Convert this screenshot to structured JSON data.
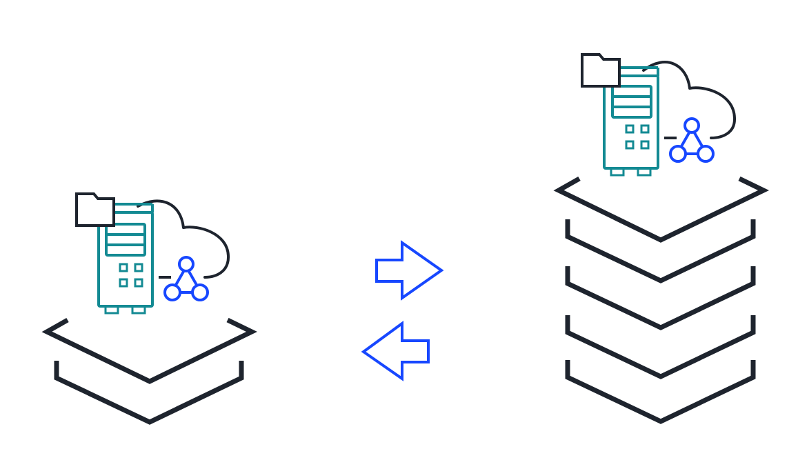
{
  "diagram": {
    "left_node": {
      "layer_count": 2,
      "icons": [
        "folder-icon",
        "server-icon",
        "cloud-icon",
        "network-nodes-icon"
      ]
    },
    "right_node": {
      "layer_count": 5,
      "icons": [
        "folder-icon",
        "server-icon",
        "cloud-icon",
        "network-nodes-icon"
      ]
    },
    "arrows": [
      {
        "name": "arrow-right-icon",
        "direction": "right"
      },
      {
        "name": "arrow-left-icon",
        "direction": "left"
      }
    ]
  },
  "colors": {
    "dark": "#1e242e",
    "teal": "#138a93",
    "blue": "#1747ff",
    "background": "#ffffff"
  }
}
